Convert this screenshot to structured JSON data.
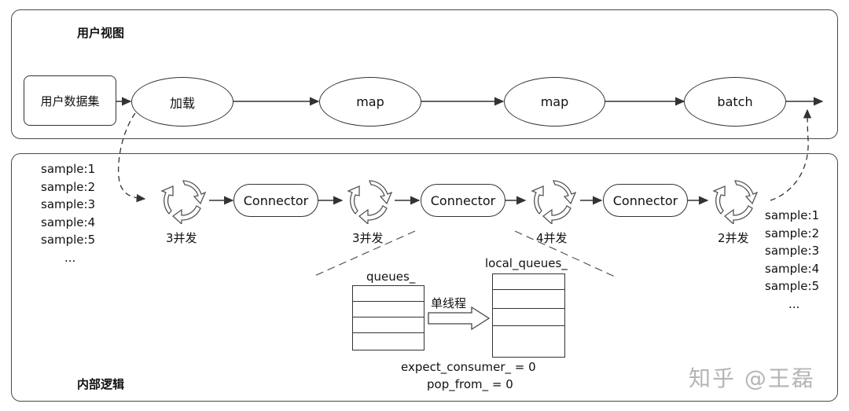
{
  "user_view": {
    "title": "用户视图",
    "dataset_label": "用户数据集",
    "ops": [
      "加载",
      "map",
      "map",
      "batch"
    ]
  },
  "internal": {
    "title": "内部逻辑",
    "input_samples": [
      "sample:1",
      "sample:2",
      "sample:3",
      "sample:4",
      "sample:5",
      "..."
    ],
    "output_samples": [
      "sample:1",
      "sample:2",
      "sample:3",
      "sample:4",
      "sample:5",
      "..."
    ],
    "connector_label": "Connector",
    "concurrency": [
      "3并发",
      "3并发",
      "4并发",
      "2并发"
    ],
    "queues_label": "queues_",
    "local_queues_label": "local_queues_",
    "single_thread_label": "单线程",
    "expect_consumer": "expect_consumer_ = 0",
    "pop_from": "pop_from_ = 0"
  },
  "watermark": "知乎 @王磊"
}
